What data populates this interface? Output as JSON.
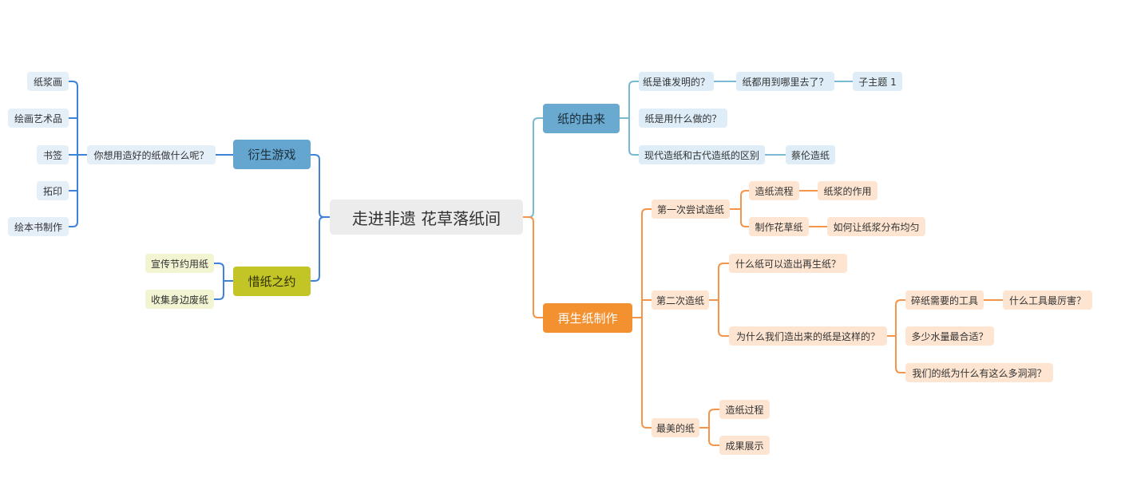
{
  "colors": {
    "blue_line": "#3f83d8",
    "teal_line": "#7ab9d4",
    "orange_line": "#f4954b",
    "root_bg": "#ececec"
  },
  "root": {
    "label": "走进非遗  花草落纸间"
  },
  "left": {
    "branch1": {
      "label": "衍生游戏",
      "question": "你想用造好的纸做什么呢？",
      "items": [
        "纸浆画",
        "绘画艺术品",
        "书签",
        "拓印",
        "绘本书制作"
      ]
    },
    "branch2": {
      "label": "惜纸之约",
      "items": [
        "宣传节约用纸",
        "收集身边废纸"
      ]
    }
  },
  "right": {
    "branch1": {
      "label": "纸的由来",
      "items": [
        {
          "label": "纸是谁发明的？",
          "children": [
            {
              "label": "纸都用到哪里去了？",
              "children": [
                "子主题 1"
              ]
            }
          ]
        },
        {
          "label": "纸是用什么做的？"
        },
        {
          "label": "现代造纸和古代造纸的区别",
          "children": [
            "蔡伦造纸"
          ]
        }
      ]
    },
    "branch2": {
      "label": "再生纸制作",
      "first": {
        "label": "第一次尝试造纸",
        "items": [
          {
            "label": "造纸流程",
            "child": "纸浆的作用"
          },
          {
            "label": "制作花草纸",
            "child": "如何让纸浆分布均匀"
          }
        ]
      },
      "second": {
        "label": "第二次造纸",
        "q1": "什么纸可以造出再生纸？",
        "q2": "为什么我们造出来的纸是这样的？",
        "q2_items": [
          {
            "label": "碎纸需要的工具",
            "child": "什么工具最厉害？"
          },
          {
            "label": "多少水量最合适？"
          },
          {
            "label": "我们的纸为什么有这么多洞洞？"
          }
        ]
      },
      "third": {
        "label": "最美的纸",
        "items": [
          "造纸过程",
          "成果展示"
        ]
      }
    }
  }
}
